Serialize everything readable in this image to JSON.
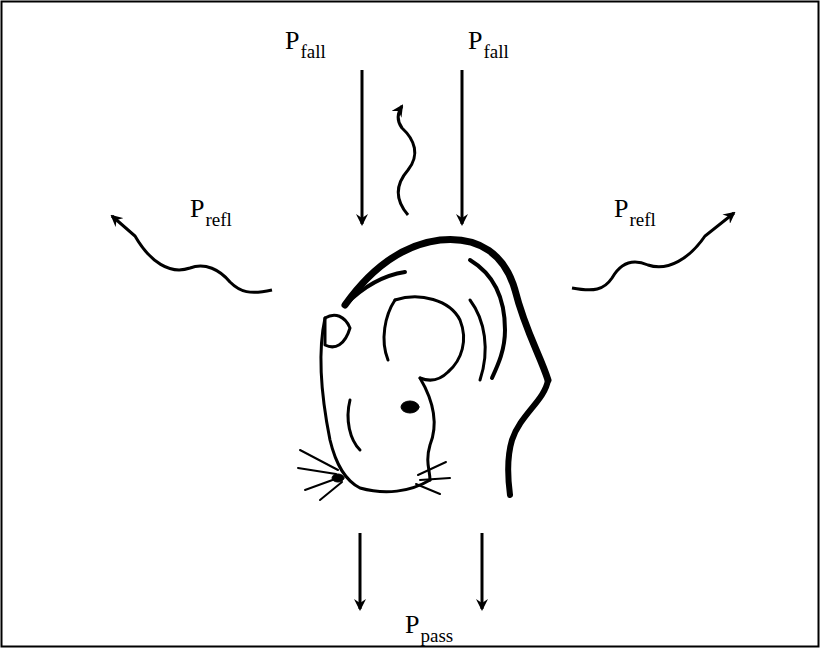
{
  "diagram": {
    "labels": [
      "P",
      "fall",
      "P",
      "fall",
      "P",
      "refl",
      "P",
      "refl",
      "P",
      "pass"
    ]
  }
}
